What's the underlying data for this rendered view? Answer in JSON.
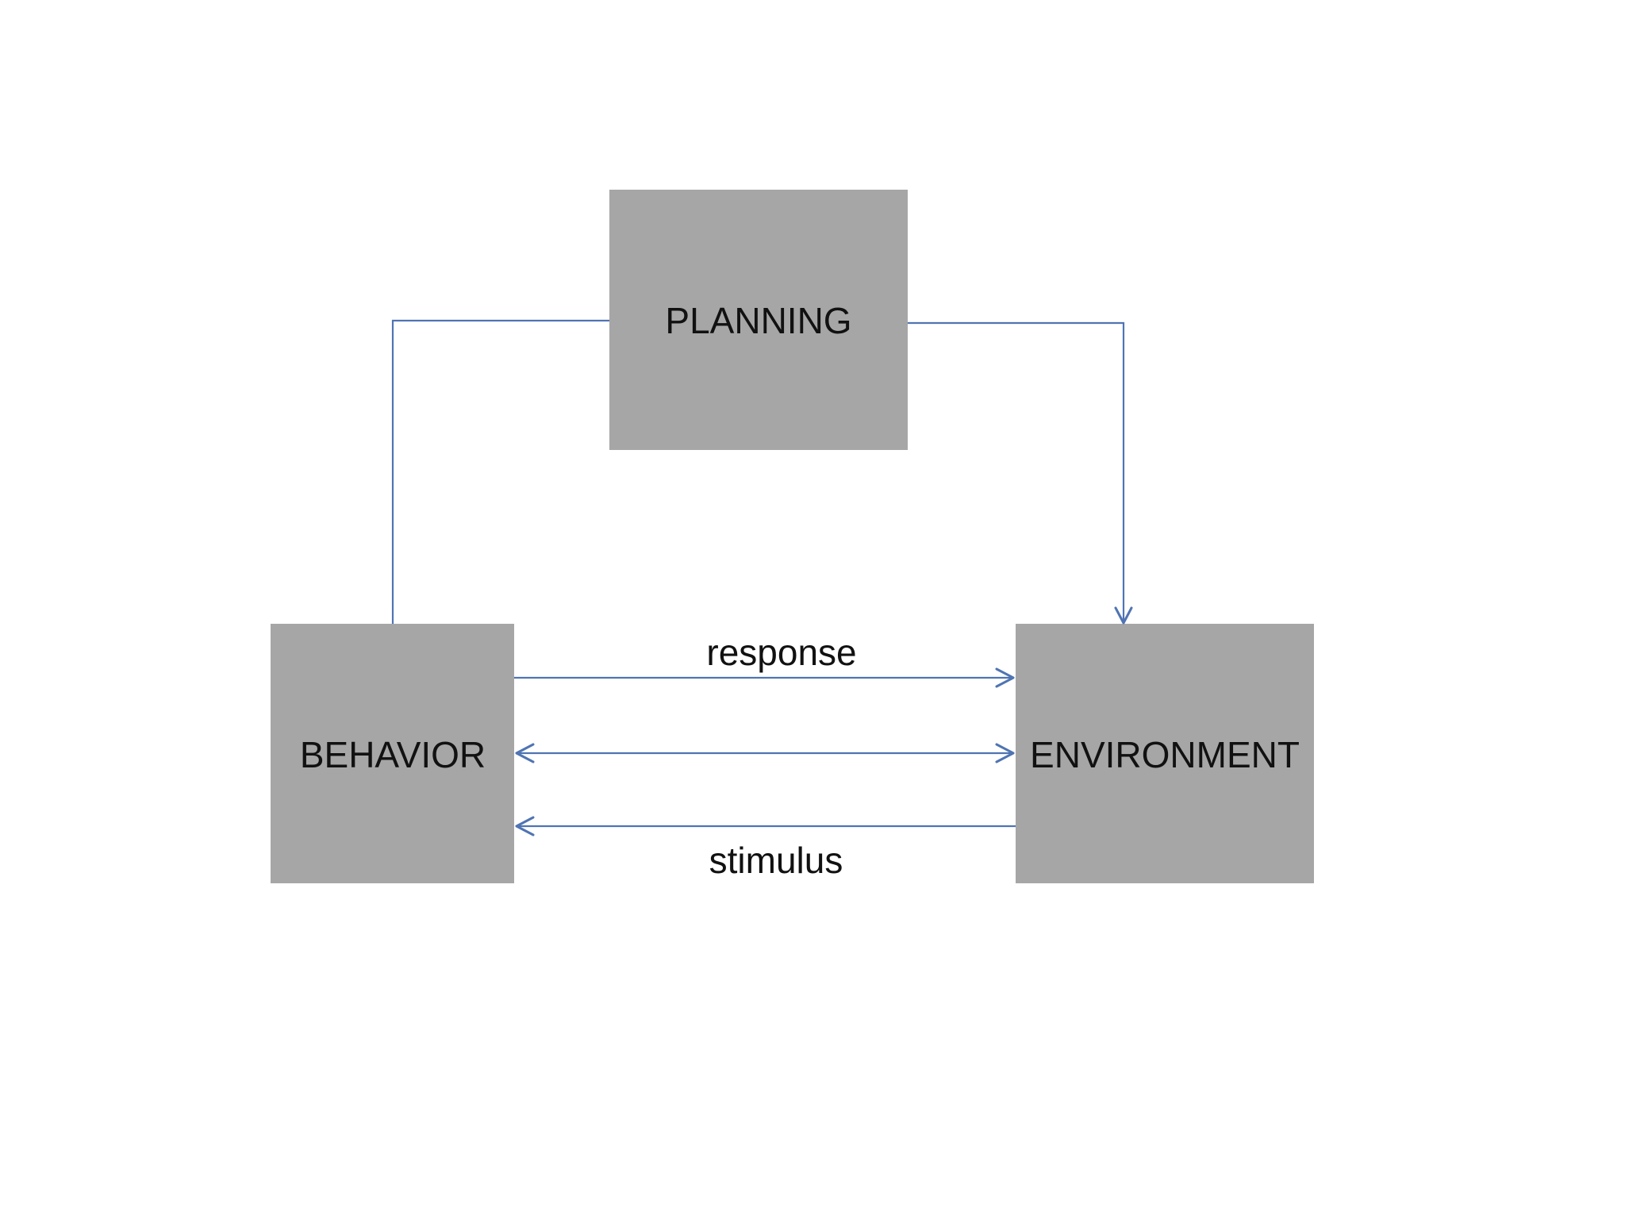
{
  "diagram": {
    "connector_color": "#4f74b3",
    "box_color": "#a6a6a6",
    "nodes": {
      "planning": "PLANNING",
      "behavior": "BEHAVIOR",
      "environment": "ENVIRONMENT"
    },
    "edges": {
      "response": "response",
      "stimulus": "stimulus"
    }
  }
}
